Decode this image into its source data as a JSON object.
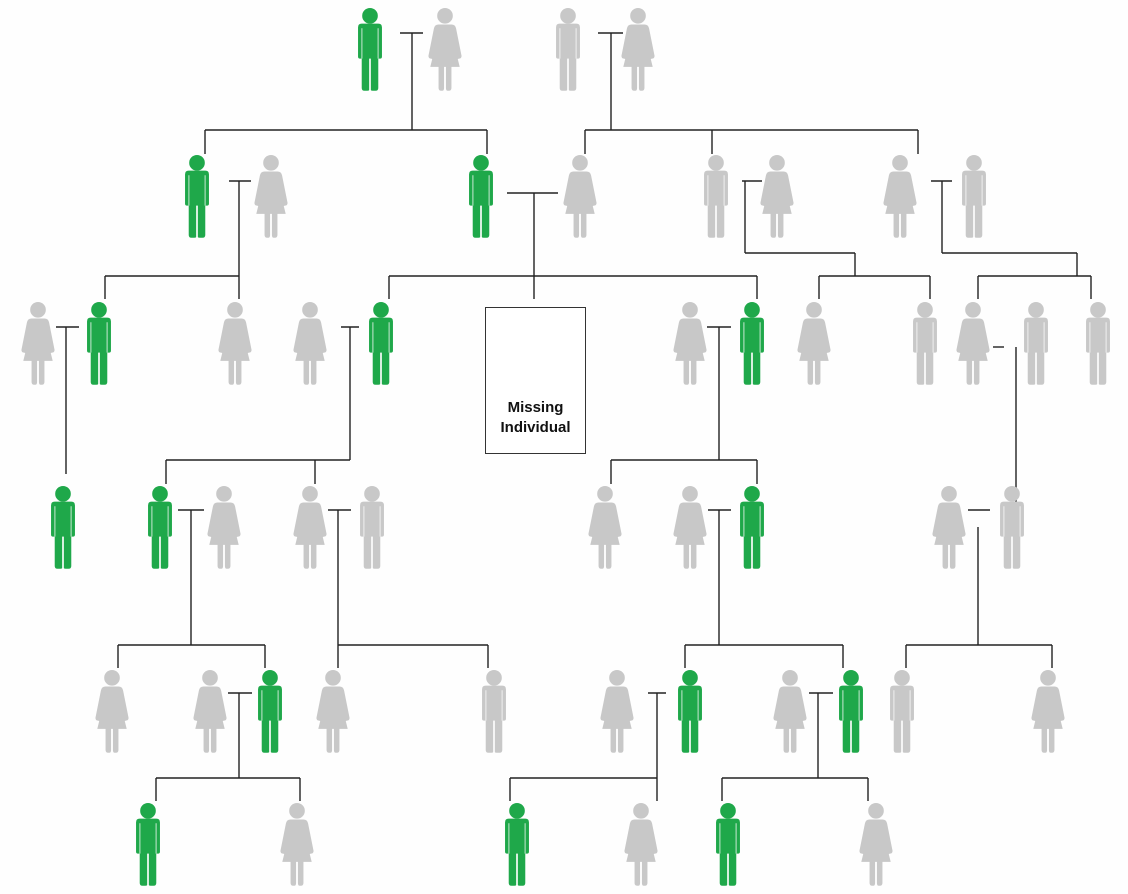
{
  "colors": {
    "matched": "#1fa84a",
    "unmatched": "#c8c8c8",
    "missing": "#e0191c",
    "line": "#222222"
  },
  "missing_individual": {
    "line1": "Missing",
    "line2": "Individual"
  },
  "people": [
    {
      "id": "g0_m1",
      "sex": "male",
      "status": "matched"
    },
    {
      "id": "g0_f1",
      "sex": "female",
      "status": "unmatched"
    },
    {
      "id": "g0_m2",
      "sex": "male",
      "status": "unmatched"
    },
    {
      "id": "g0_f2",
      "sex": "female",
      "status": "unmatched"
    },
    {
      "id": "g1_m1",
      "sex": "male",
      "status": "matched"
    },
    {
      "id": "g1_f1",
      "sex": "female",
      "status": "unmatched"
    },
    {
      "id": "g1_m2",
      "sex": "male",
      "status": "matched"
    },
    {
      "id": "g1_f2",
      "sex": "female",
      "status": "unmatched"
    },
    {
      "id": "g1_m3",
      "sex": "male",
      "status": "unmatched"
    },
    {
      "id": "g1_f3",
      "sex": "female",
      "status": "unmatched"
    },
    {
      "id": "g1_f4",
      "sex": "female",
      "status": "unmatched"
    },
    {
      "id": "g1_m4",
      "sex": "male",
      "status": "unmatched"
    },
    {
      "id": "g2_f1",
      "sex": "female",
      "status": "unmatched"
    },
    {
      "id": "g2_m1",
      "sex": "male",
      "status": "matched"
    },
    {
      "id": "g2_f2",
      "sex": "female",
      "status": "unmatched"
    },
    {
      "id": "g2_f3",
      "sex": "female",
      "status": "unmatched"
    },
    {
      "id": "g2_m2",
      "sex": "male",
      "status": "matched"
    },
    {
      "id": "g2_missing",
      "sex": "male",
      "status": "missing"
    },
    {
      "id": "g2_f4",
      "sex": "female",
      "status": "unmatched"
    },
    {
      "id": "g2_m3",
      "sex": "male",
      "status": "matched"
    },
    {
      "id": "g2_f5",
      "sex": "female",
      "status": "unmatched"
    },
    {
      "id": "g2_m4",
      "sex": "male",
      "status": "unmatched"
    },
    {
      "id": "g2_f6",
      "sex": "female",
      "status": "unmatched"
    },
    {
      "id": "g2_m5",
      "sex": "male",
      "status": "unmatched"
    },
    {
      "id": "g2_m6",
      "sex": "male",
      "status": "unmatched"
    },
    {
      "id": "g3_m1",
      "sex": "male",
      "status": "matched"
    },
    {
      "id": "g3_m2",
      "sex": "male",
      "status": "matched"
    },
    {
      "id": "g3_f1",
      "sex": "female",
      "status": "unmatched"
    },
    {
      "id": "g3_f2",
      "sex": "female",
      "status": "unmatched"
    },
    {
      "id": "g3_m3",
      "sex": "male",
      "status": "unmatched"
    },
    {
      "id": "g3_f3",
      "sex": "female",
      "status": "unmatched"
    },
    {
      "id": "g3_f4",
      "sex": "female",
      "status": "unmatched"
    },
    {
      "id": "g3_m4",
      "sex": "male",
      "status": "matched"
    },
    {
      "id": "g3_f5",
      "sex": "female",
      "status": "unmatched"
    },
    {
      "id": "g3_m5",
      "sex": "male",
      "status": "unmatched"
    },
    {
      "id": "g4_f1",
      "sex": "female",
      "status": "unmatched"
    },
    {
      "id": "g4_f2",
      "sex": "female",
      "status": "unmatched"
    },
    {
      "id": "g4_m1",
      "sex": "male",
      "status": "matched"
    },
    {
      "id": "g4_f3",
      "sex": "female",
      "status": "unmatched"
    },
    {
      "id": "g4_m2",
      "sex": "male",
      "status": "unmatched"
    },
    {
      "id": "g4_f4",
      "sex": "female",
      "status": "unmatched"
    },
    {
      "id": "g4_m3",
      "sex": "male",
      "status": "matched"
    },
    {
      "id": "g4_f5",
      "sex": "female",
      "status": "unmatched"
    },
    {
      "id": "g4_m4",
      "sex": "male",
      "status": "matched"
    },
    {
      "id": "g4_m5",
      "sex": "male",
      "status": "unmatched"
    },
    {
      "id": "g4_f6",
      "sex": "female",
      "status": "unmatched"
    },
    {
      "id": "g5_m1",
      "sex": "male",
      "status": "matched"
    },
    {
      "id": "g5_f1",
      "sex": "female",
      "status": "unmatched"
    },
    {
      "id": "g5_m2",
      "sex": "male",
      "status": "matched"
    },
    {
      "id": "g5_f2",
      "sex": "female",
      "status": "unmatched"
    },
    {
      "id": "g5_m3",
      "sex": "male",
      "status": "matched"
    },
    {
      "id": "g5_f3",
      "sex": "female",
      "status": "unmatched"
    }
  ]
}
